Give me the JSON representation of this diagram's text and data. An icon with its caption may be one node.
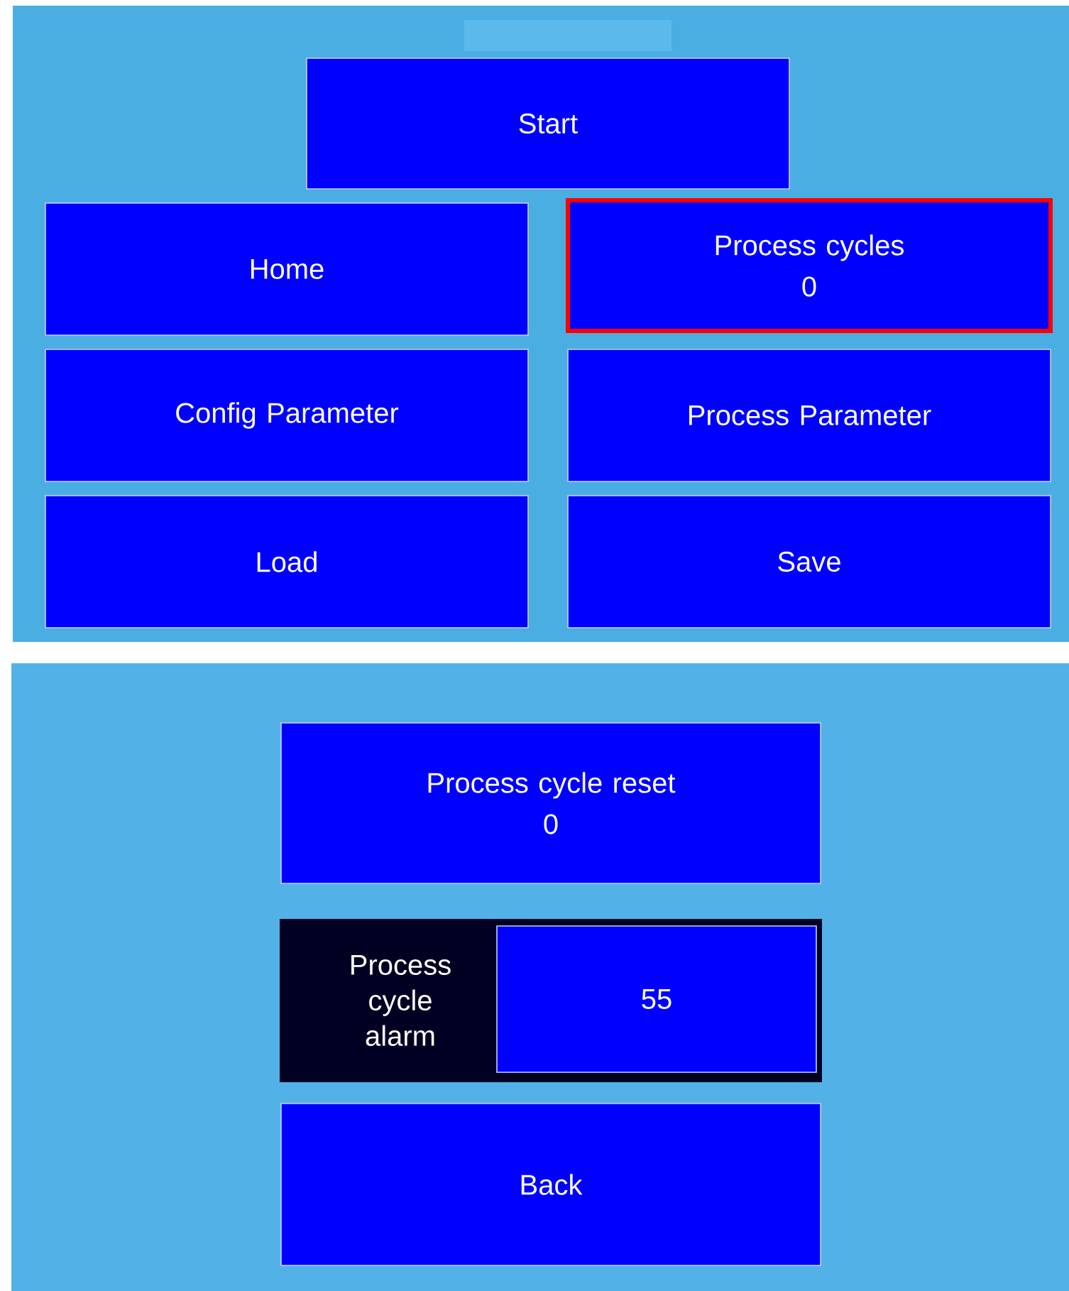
{
  "diagram": {
    "nodes": [
      {
        "text": [],
        "shape": "box"
      },
      {
        "text": [
          "Start"
        ],
        "in": 0
      },
      {
        "text": [
          "Home"
        ],
        "in": 0
      },
      {
        "text": [
          "Process cycles",
          "0"
        ],
        "in": 0
      },
      {
        "text": [
          "Config Parameter"
        ],
        "in": 0
      },
      {
        "text": [
          "Process Parameter"
        ],
        "in": 0
      },
      {
        "text": [
          "Load"
        ],
        "in": 0
      },
      {
        "text": [
          "Save"
        ],
        "in": 0
      },
      {
        "text": [],
        "shape": "box"
      },
      {
        "text": [
          "Process cycle reset",
          "0"
        ],
        "in": 8
      },
      {
        "text": [
          "Process cycle alarm"
        ],
        "in": 8
      },
      {
        "text": [
          "55"
        ],
        "in": 10
      },
      {
        "text": [
          "Back"
        ],
        "in": 8
      }
    ]
  }
}
